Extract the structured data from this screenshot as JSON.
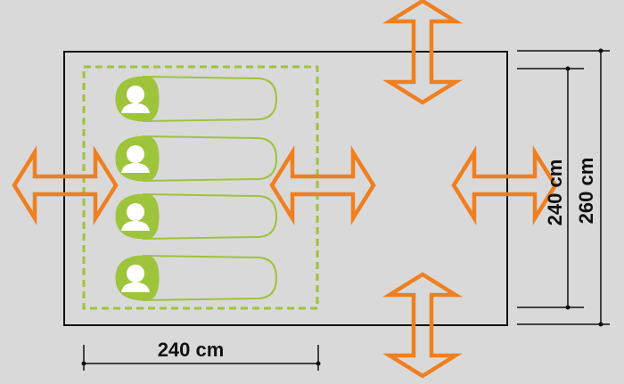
{
  "colors": {
    "background": "#d9d9d9",
    "tent_outline": "#111111",
    "inner_tent": "#9dc43a",
    "sleeping_bag": "#9dc43a",
    "head_face": "#ffffff",
    "arrow": "#f07f1f",
    "dimension_line": "#111111"
  },
  "labels": {
    "inner_width": "240 cm",
    "inner_depth": "240 cm",
    "outer_depth": "260 cm"
  },
  "sleeping_bags": {
    "count": 4
  },
  "arrows": [
    {
      "name": "arrow-left-entrance",
      "direction": "horizontal"
    },
    {
      "name": "arrow-inner-door",
      "direction": "horizontal"
    },
    {
      "name": "arrow-right-entrance",
      "direction": "horizontal"
    },
    {
      "name": "arrow-top-entrance",
      "direction": "vertical"
    },
    {
      "name": "arrow-bottom-entrance",
      "direction": "vertical"
    }
  ],
  "icons": [
    "double-arrow-icon",
    "sleeping-person-icon"
  ]
}
